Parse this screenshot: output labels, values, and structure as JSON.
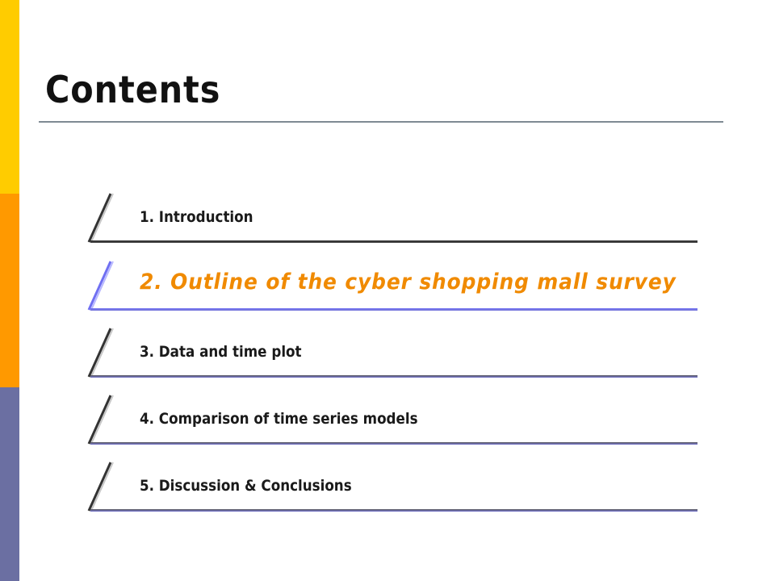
{
  "slide": {
    "title": "Contents",
    "colors": {
      "sidebar_yellow": "#ffcc00",
      "sidebar_orange": "#ff9900",
      "sidebar_slate": "#6b6fa2",
      "rule_gray": "#7f8a93",
      "active_orange": "#f08a00",
      "active_blue": "#6f6ff2",
      "line_dark": "#333333",
      "line_blue": "#7a7ad8"
    },
    "items": [
      {
        "label": "1. Introduction",
        "active": false
      },
      {
        "label": "2. Outline  of  the  cyber  shopping  mall  survey",
        "active": true
      },
      {
        "label": "3. Data  and  time  plot",
        "active": false
      },
      {
        "label": "4. Comparison  of  time  series  models",
        "active": false
      },
      {
        "label": "5. Discussion & Conclusions",
        "active": false
      }
    ]
  }
}
